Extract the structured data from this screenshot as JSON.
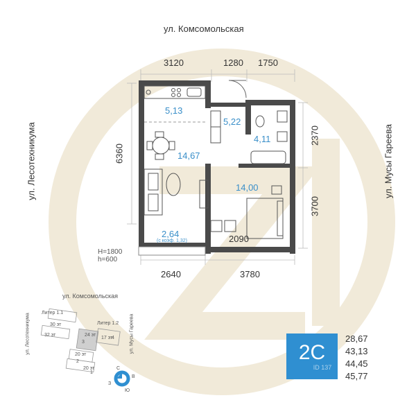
{
  "streets": {
    "north": "ул. Комсомольская",
    "west": "ул. Лесотехникума",
    "east": "ул. Мусы Гареева"
  },
  "dimensions": {
    "top": [
      "3120",
      "1280",
      "1750"
    ],
    "left": "6360",
    "right": [
      "2370",
      "3700"
    ],
    "bottom": [
      "2640",
      "3780"
    ],
    "inner": "2090"
  },
  "rooms": {
    "kitchen": "5,13",
    "hall": "5,22",
    "living": "14,67",
    "bath": "4,11",
    "bedroom": "14,00",
    "balcony": "2,64",
    "balcony_note": "(с коэф. 1,32)"
  },
  "window_heights": {
    "H": "Н=1800",
    "h": "h=600"
  },
  "site_plan": {
    "street_north": "ул. Комсомольская",
    "street_west": "ул. Лесотехникума",
    "street_east": "ул. Мусы Гареева",
    "liter1": "Литер 1.1",
    "liter2": "Литер 1.2",
    "floors_30": "30 эт",
    "floors_32": "32 эт",
    "floors_24": "24 эт",
    "floors_17": "17 эт",
    "floors_20a": "20 эт",
    "floors_20b": "20 эт",
    "sec1": "1",
    "sec2": "2",
    "sec3": "3",
    "sec4": "4"
  },
  "compass": {
    "n": "С",
    "e": "В",
    "s": "Ю",
    "w": "З"
  },
  "badge": {
    "type": "2С",
    "id": "ID 137"
  },
  "stats": [
    "28,67",
    "43,13",
    "44,45",
    "45,77"
  ],
  "colors": {
    "accent": "#2f8fd1",
    "area_text": "#3a8fc9",
    "wall": "#4a4a4a",
    "watermark": "#efe8d8"
  }
}
